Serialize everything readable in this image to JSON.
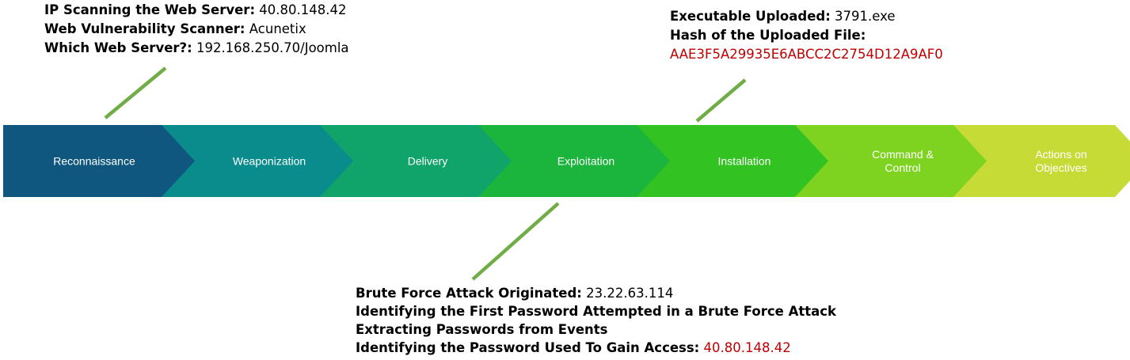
{
  "stages": [
    {
      "lines": [
        "Reconnaissance"
      ],
      "color": "#10577f"
    },
    {
      "lines": [
        "Weaponization"
      ],
      "color": "#0a8c8c"
    },
    {
      "lines": [
        "Delivery"
      ],
      "color": "#10a36a"
    },
    {
      "lines": [
        "Exploitation"
      ],
      "color": "#1bb43c"
    },
    {
      "lines": [
        "Installation"
      ],
      "color": "#32c322"
    },
    {
      "lines": [
        "Command &",
        "Control"
      ],
      "color": "#7ed321"
    },
    {
      "lines": [
        "Actions on",
        "Objectives"
      ],
      "color": "#c6db36"
    }
  ],
  "connector_color": "#70ad47",
  "highlight_color": "#c00000",
  "recon_note": {
    "ip_label": "IP Scanning the Web Server:",
    "ip_value": " 40.80.148.42",
    "scanner_label": "Web Vulnerability Scanner:",
    "scanner_value": " Acunetix",
    "server_label": "Which Web Server?:",
    "server_value": " 192.168.250.70/Joomla"
  },
  "install_note": {
    "exe_label": "Executable Uploaded:",
    "exe_value": " 3791.exe",
    "hash_label": "Hash of the Uploaded File:",
    "hash_value": "AAE3F5A29935E6ABCC2C2754D12A9AF0"
  },
  "exploit_note": {
    "origin_label": "Brute Force Attack Originated:",
    "origin_value": " 23.22.63.114",
    "first_password": "Identifying the First Password Attempted in a Brute Force Attack",
    "extracting": "Extracting Passwords from Events",
    "access_label": "Identifying the Password Used To Gain Access:",
    "access_value": " 40.80.148.42"
  }
}
